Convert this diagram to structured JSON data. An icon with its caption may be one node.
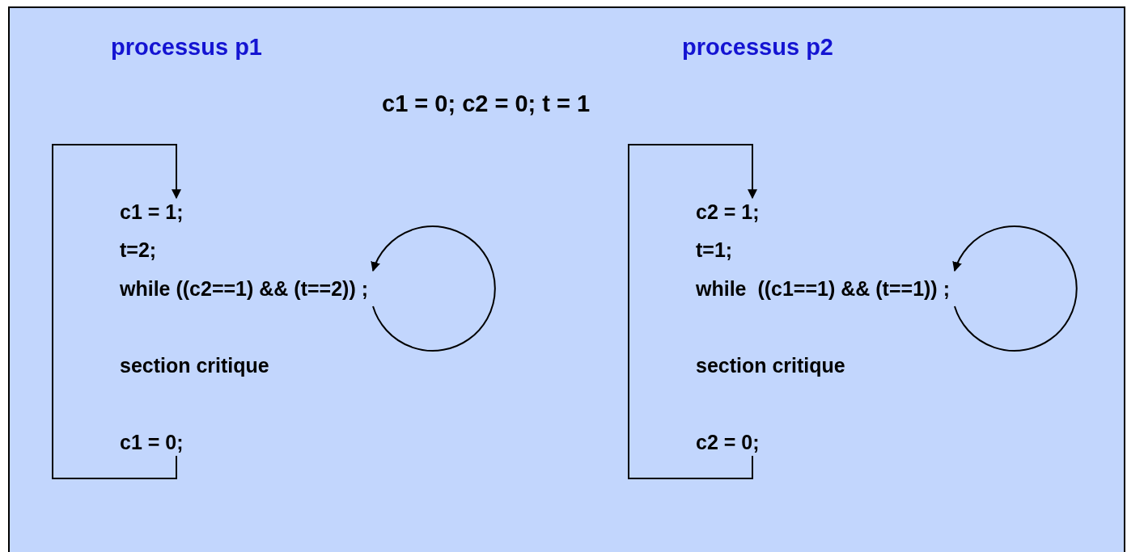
{
  "diagram": {
    "nodes": [
      {
        "text": [
          "c1 = 1;"
        ]
      },
      {
        "text": [
          "t=2;"
        ]
      },
      {
        "text": [
          "while ((c2==1) && (t==2)) ;"
        ]
      },
      {
        "text": [
          "section critique"
        ]
      },
      {
        "text": [
          "c1 = 0;"
        ]
      },
      {
        "text": [
          "c2 = 1;"
        ]
      },
      {
        "text": [
          "t=1;"
        ]
      },
      {
        "text": [
          "while  ((c1==1) && (t==1)) ;"
        ]
      },
      {
        "text": [
          "section critique"
        ]
      },
      {
        "text": [
          "c2 = 0;"
        ]
      }
    ],
    "edges": [
      {
        "from": 4,
        "to": 0,
        "arrow": "to"
      },
      {
        "from": 2,
        "to": 2,
        "arrow": "to"
      },
      {
        "from": 9,
        "to": 5,
        "arrow": "to"
      },
      {
        "from": 7,
        "to": 7,
        "arrow": "to"
      }
    ],
    "labels": [
      "processus p1",
      "processus p2",
      "c1 = 0; c2 = 0; t = 1"
    ]
  }
}
